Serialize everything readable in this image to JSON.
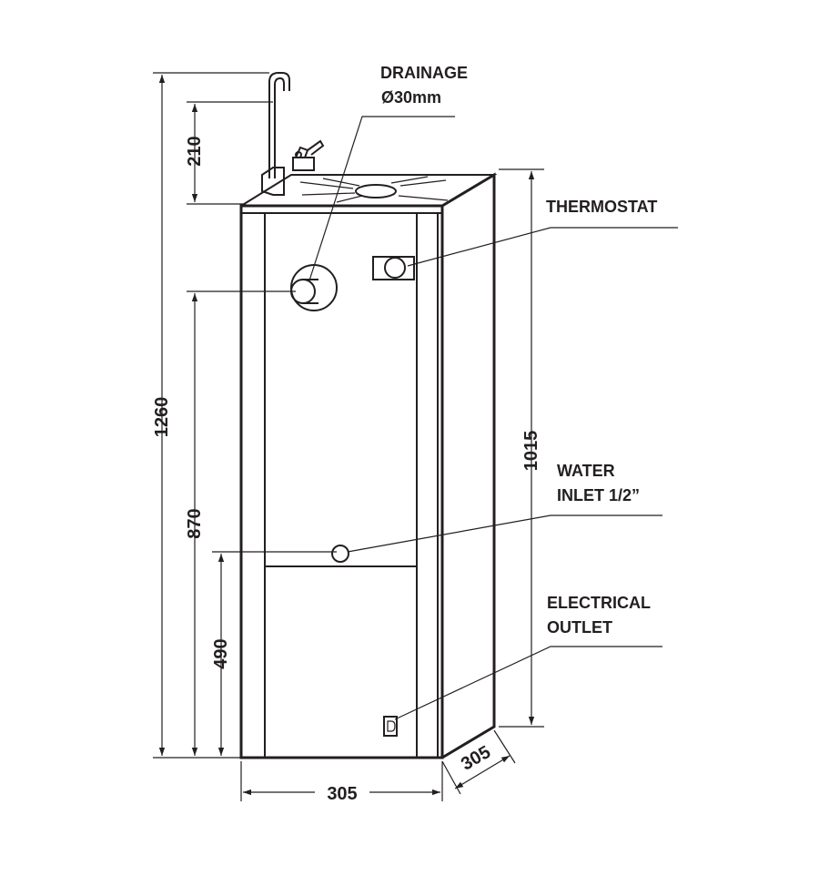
{
  "labels": {
    "drainage": "DRAINAGE",
    "drainage_size": "Ø30mm",
    "thermostat": "THERMOSTAT",
    "water_inlet_1": "WATER",
    "water_inlet_2": "INLET 1/2”",
    "electrical_1": "ELECTRICAL",
    "electrical_2": "OUTLET"
  },
  "dimensions": {
    "total_height": "1260",
    "faucet_height": "210",
    "drain_height": "870",
    "inlet_height": "490",
    "thermostat_height": "1015",
    "width": "305",
    "depth": "305"
  },
  "colors": {
    "line": "#231f20",
    "background": "#ffffff"
  }
}
